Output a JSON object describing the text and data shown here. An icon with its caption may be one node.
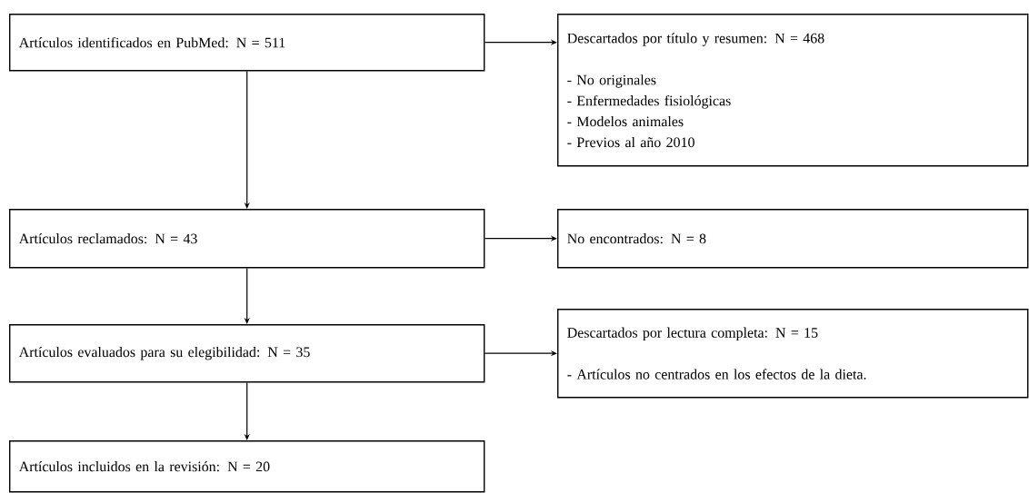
{
  "diagram": {
    "nodes": [
      {
        "text": [
          "Artículos identificados en PubMed: N = 511"
        ]
      },
      {
        "text": [
          "Descartados por título y resumen: N = 468",
          "- No originales",
          "- Enfermedades fisiológicas",
          "- Modelos animales",
          "- Previos al año 2010"
        ]
      },
      {
        "text": [
          "Artículos reclamados: N = 43"
        ]
      },
      {
        "text": [
          "No encontrados: N = 8"
        ]
      },
      {
        "text": [
          "Artículos evaluados para su elegibilidad: N = 35"
        ]
      },
      {
        "text": [
          "Descartados por lectura completa: N = 15",
          "- Artículos no centrados en los efectos de la dieta."
        ]
      },
      {
        "text": [
          "Artículos incluidos en la revisión: N = 20"
        ]
      }
    ],
    "edges": [
      {
        "from": 0,
        "to": 1,
        "arrow": "to"
      },
      {
        "from": 0,
        "to": 2,
        "arrow": "to"
      },
      {
        "from": 2,
        "to": 3,
        "arrow": "to"
      },
      {
        "from": 2,
        "to": 4,
        "arrow": "to"
      },
      {
        "from": 4,
        "to": 5,
        "arrow": "to"
      },
      {
        "from": 4,
        "to": 6,
        "arrow": "to"
      }
    ]
  }
}
